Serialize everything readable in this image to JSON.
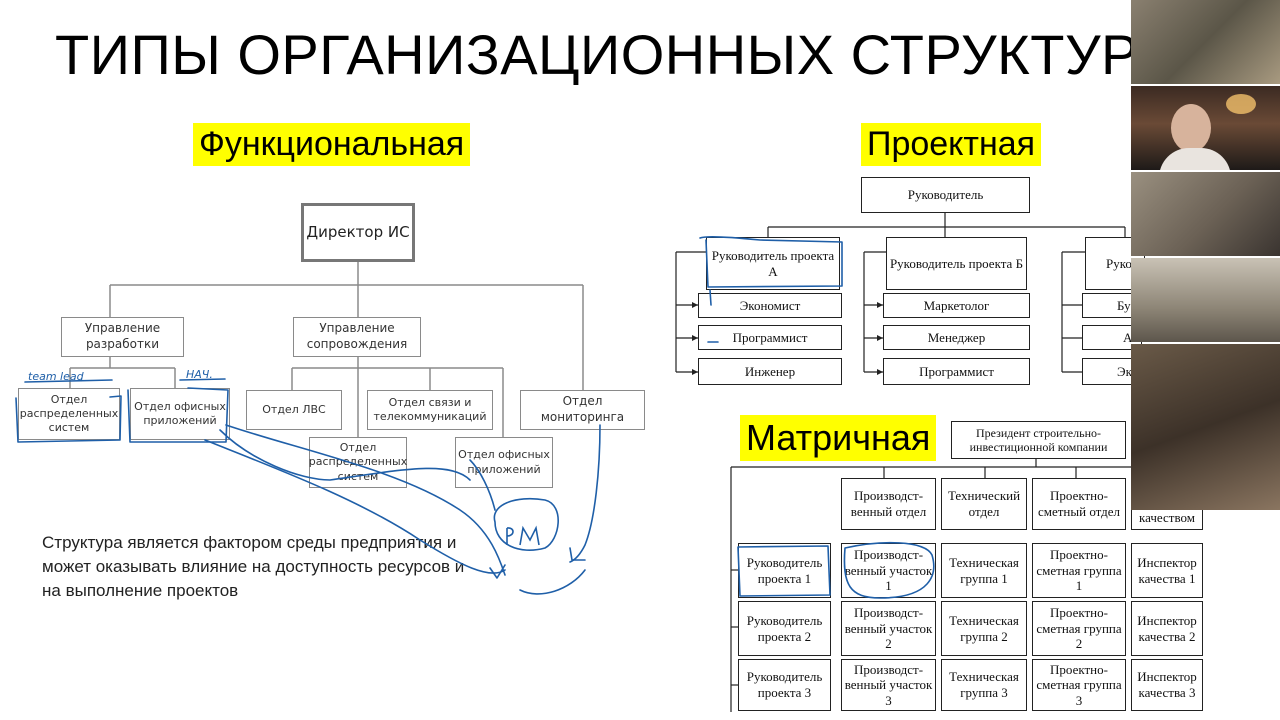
{
  "title": "ТИПЫ ОРГАНИЗАЦИОННЫХ СТРУКТУР",
  "functional": {
    "heading": "Функциональная",
    "director": "Директор ИС",
    "mgmt_dev": "Управление разработки",
    "mgmt_support": "Управление сопровождения",
    "dept_distributed": "Отдел распределенных систем",
    "dept_office_apps": "Отдел офисных приложений",
    "dept_lan": "Отдел ЛВС",
    "dept_telecom": "Отдел связи и телекоммуникаций",
    "dept_monitoring": "Отдел мониторинга",
    "dept_distributed_2": "Отдел распределенных систем",
    "dept_office_apps_2": "Отдел офисных приложений"
  },
  "project": {
    "heading": "Проектная",
    "head": "Руководитель",
    "pm_a": "Руководитель проекта А",
    "pm_b": "Руководитель проекта Б",
    "pm_c": "Руко",
    "col_a": [
      "Экономист",
      "Программист",
      "Инженер"
    ],
    "col_b": [
      "Маркетолог",
      "Менеджер",
      "Программист"
    ],
    "col_c": [
      "Бу",
      "А",
      "Эк"
    ]
  },
  "matrix": {
    "heading": "Матричная",
    "president": "Президент строительно-инвестиционной компании",
    "columns": [
      "Производст-венный отдел",
      "Технический отдел",
      "Проектно-сметный отдел",
      "качеством"
    ],
    "rows": [
      [
        "Руководитель проекта 1",
        "Производст-венный участок 1",
        "Техническая группа 1",
        "Проектно-сметная группа 1",
        "Инспектор качества 1"
      ],
      [
        "Руководитель проекта 2",
        "Производст-венный участок 2",
        "Техническая группа 2",
        "Проектно-сметная группа 2",
        "Инспектор качества 2"
      ],
      [
        "Руководитель проекта 3",
        "Производст-венный участок 3",
        "Техническая группа 3",
        "Проектно-сметная группа 3",
        "Инспектор качества 3"
      ]
    ]
  },
  "note": "Структура является фактором среды предприятия и может оказывать влияние на доступность ресурсов и на выполнение проектов",
  "annotations": {
    "team_lead": "team lead",
    "pm": "PM",
    "hd": "НАЧ."
  },
  "colors": {
    "highlight": "#ffff00",
    "ink": "#1f5fa8"
  },
  "video_participants": 5
}
